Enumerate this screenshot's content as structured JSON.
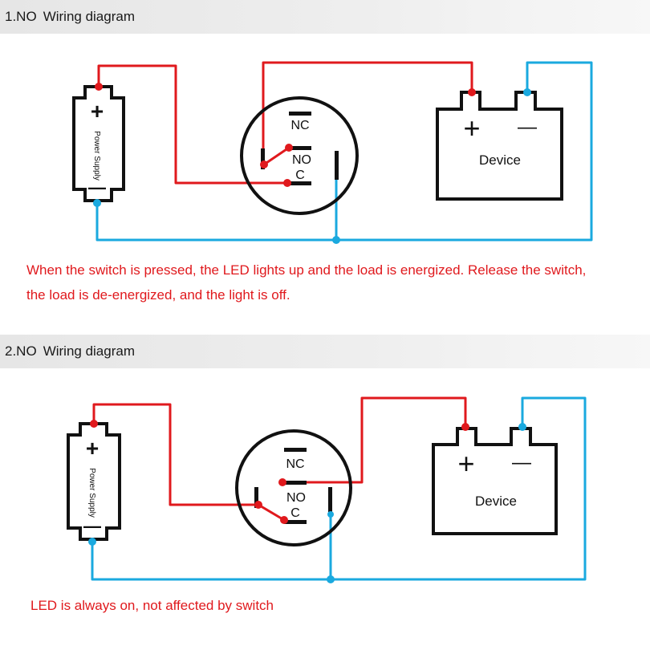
{
  "sections": [
    {
      "number": "1.NO",
      "title": "Wiring diagram",
      "caption_lines": [
        "When the switch is pressed, the LED lights up and the load is energized. Release the switch,",
        "the load is de-energized, and the light is off."
      ]
    },
    {
      "number": "2.NO",
      "title": "Wiring diagram",
      "caption_lines": [
        "LED is always on, not affected by switch"
      ]
    }
  ],
  "power_supply": {
    "label": "Power Supply",
    "plus": "+",
    "minus": "—"
  },
  "switch": {
    "nc": "NC",
    "no": "NO",
    "c": "C"
  },
  "device": {
    "label": "Device",
    "plus": "+",
    "minus": "—"
  },
  "colors": {
    "positive_wire": "#e0191d",
    "negative_wire": "#1aa9df",
    "text_red": "#e0191d",
    "outline": "#111111"
  }
}
